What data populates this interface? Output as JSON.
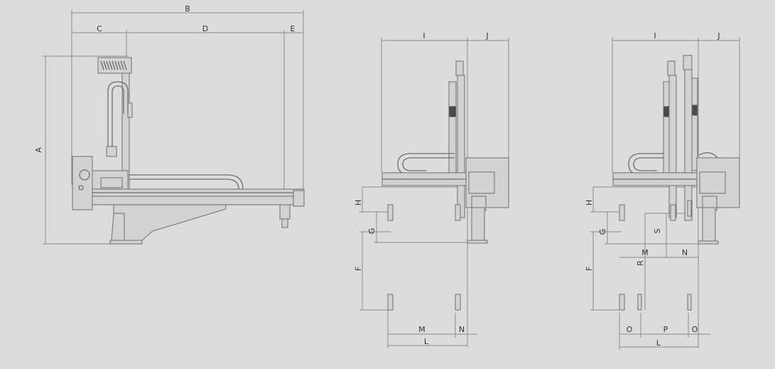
{
  "labels": {
    "A": "A",
    "B": "B",
    "C": "C",
    "D": "D",
    "E": "E",
    "F": "F",
    "G": "G",
    "H": "H",
    "I": "I",
    "J": "J",
    "L": "L",
    "M": "M",
    "N": "N",
    "O": "O",
    "P": "P",
    "R": "R",
    "S": "S"
  },
  "colors": {
    "background": "#dcdcdc",
    "line": "#6e6e6e",
    "dimension": "#8a8a8a",
    "text": "#333333"
  }
}
